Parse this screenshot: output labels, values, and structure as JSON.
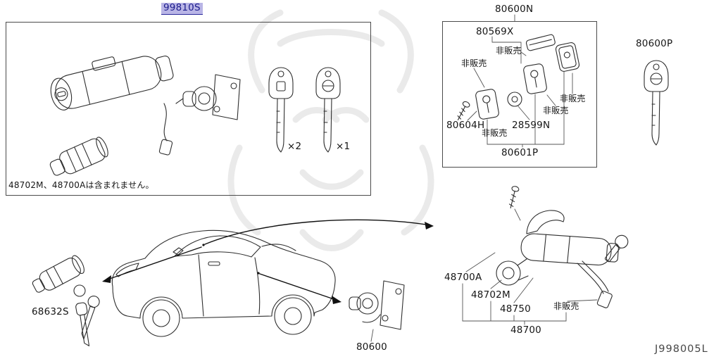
{
  "diagram": {
    "code": "J998005L",
    "highlight_bg": "#b9b5e6",
    "highlight_text": "#1c1c8c"
  },
  "kit_box": {
    "part_number": "99810S",
    "note": "48702M、48700Aは含まれません。",
    "key_a_qty": "×2",
    "key_b_qty": "×1"
  },
  "lock_set_box": {
    "part_number": "80600N",
    "sub_part": "80569X",
    "part_80604H": "80604H",
    "part_28599N": "28599N",
    "part_80601P": "80601P",
    "not_sold": "非販売"
  },
  "parts": {
    "p80600P": "80600P",
    "p68632S": "68632S",
    "p80600": "80600",
    "p48700A": "48700A",
    "p48702M": "48702M",
    "p48750": "48750",
    "p48700": "48700",
    "not_sold": "非販売"
  }
}
